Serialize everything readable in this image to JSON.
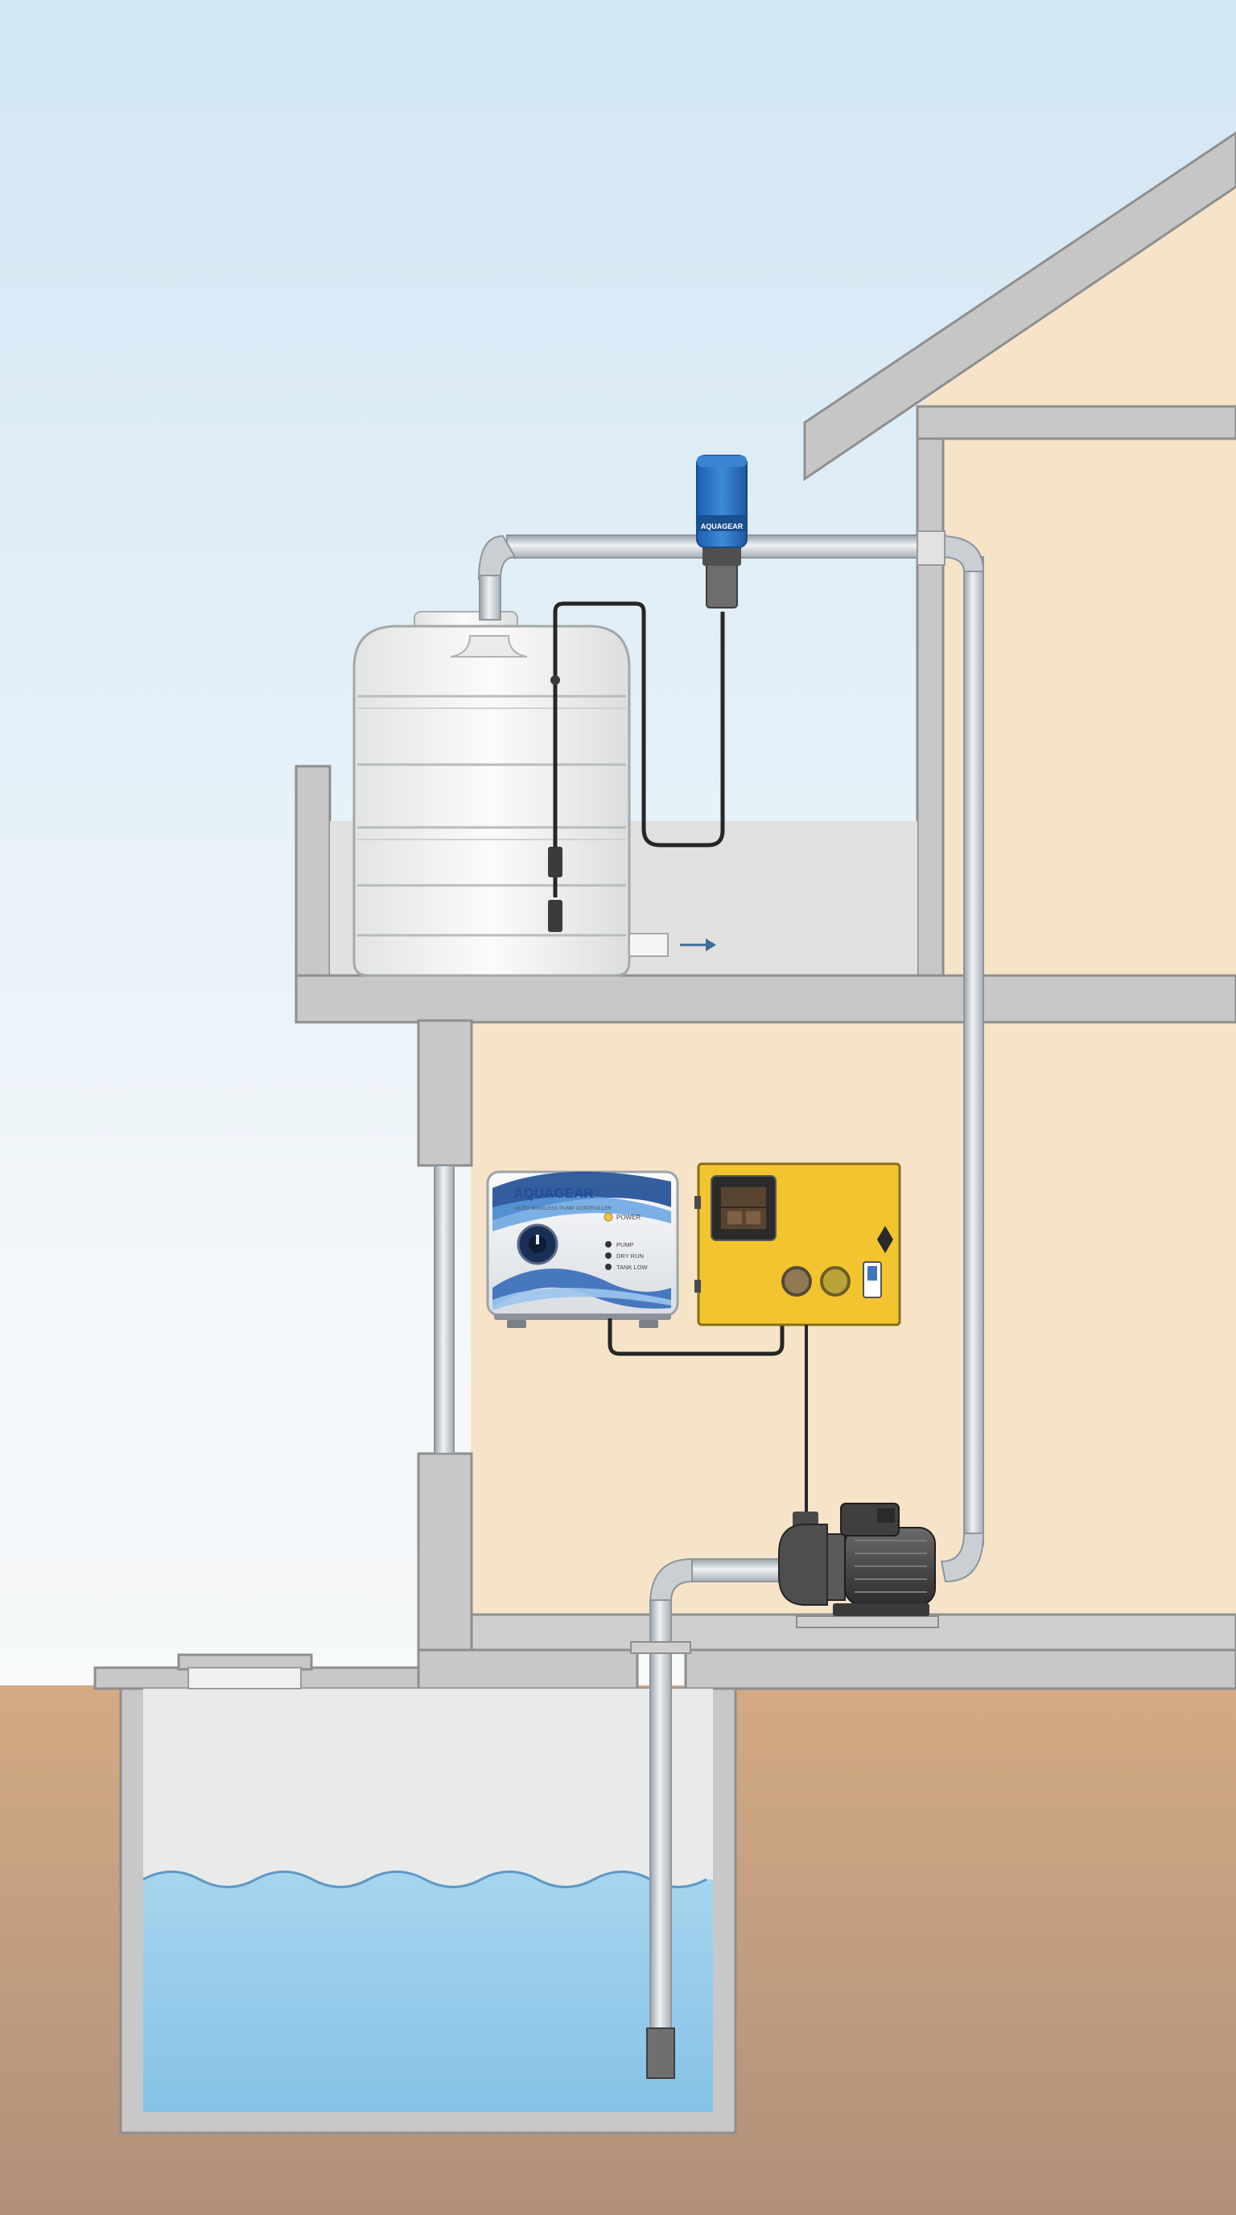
{
  "brand": {
    "wireless_sensor_label": "AQUAGEAR",
    "controller_name": "AQUAGEAR",
    "controller_subtitle": "AUTO WIRELESS PUMP CONTROLLER"
  },
  "controller": {
    "power_label": "POWER",
    "indicators": [
      "PUMP",
      "DRY RUN",
      "TANK LOW"
    ]
  },
  "colors": {
    "sky_top": "#d2e6f4",
    "sky_bottom": "#f4f8fb",
    "house_wall": "#f7e4c8",
    "concrete": "#c8c8c8",
    "soil_top": "#d2a983",
    "soil_bottom": "#b2907a",
    "water": "#8ec9ea",
    "starter_yellow": "#f2c530",
    "sensor_blue": "#2b73c6"
  },
  "icons": [
    "float-switch-icon",
    "power-knob-icon",
    "flow-arrow-icon"
  ]
}
